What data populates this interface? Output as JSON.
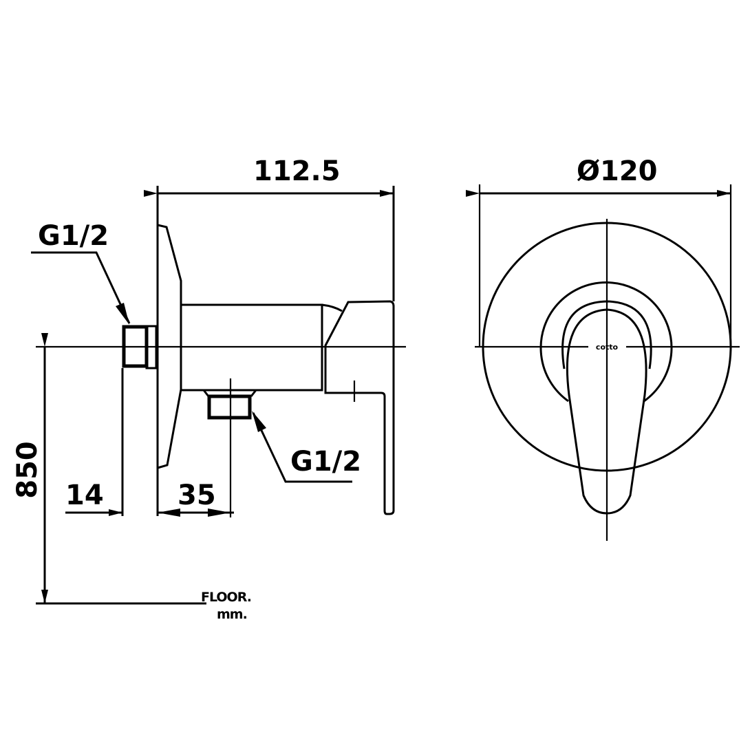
{
  "dimensions": {
    "depth": "112.5",
    "diameter": "Ø120",
    "height_from_floor": "850",
    "plate_thickness": "14",
    "outlet_offset": "35"
  },
  "connections": {
    "inlet_label": "G1/2",
    "outlet_label": "G1/2"
  },
  "floor_label": "FLOOR.",
  "unit_label": "mm.",
  "brand_logo": "cotto"
}
